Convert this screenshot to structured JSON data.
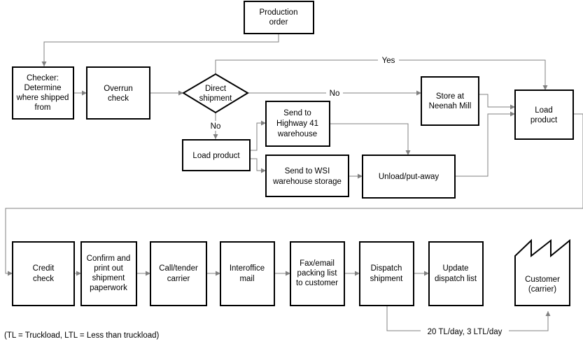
{
  "nodes": {
    "production_order": [
      "Production",
      "order"
    ],
    "checker": [
      "Checker:",
      "Determine",
      "where shipped",
      "from"
    ],
    "overrun": [
      "Overrun",
      "check"
    ],
    "direct": [
      "Direct",
      "shipment"
    ],
    "store_neenah": [
      "Store at",
      "Neenah Mill"
    ],
    "load_product_top": [
      "Load",
      "product"
    ],
    "send_hwy41": [
      "Send to",
      "Highway 41",
      "warehouse"
    ],
    "load_product_mid": [
      "Load product"
    ],
    "send_wsi": [
      "Send to WSI",
      "warehouse storage"
    ],
    "unload": [
      "Unload/put-away"
    ],
    "credit": [
      "Credit",
      "check"
    ],
    "confirm": [
      "Confirm and",
      "print out",
      "shipment",
      "paperwork"
    ],
    "call_tender": [
      "Call/tender",
      "carrier"
    ],
    "interoffice": [
      "Interoffice",
      "mail"
    ],
    "fax_email": [
      "Fax/email",
      "packing list",
      "to customer"
    ],
    "dispatch": [
      "Dispatch",
      "shipment"
    ],
    "update": [
      "Update",
      "dispatch list"
    ],
    "customer": [
      "Customer",
      "(carrier)"
    ]
  },
  "edge_labels": {
    "yes": "Yes",
    "no_right": "No",
    "no_down": "No",
    "volume": "20 TL/day,  3 LTL/day"
  },
  "footnote": "(TL = Truckload, LTL = Less than truckload)"
}
